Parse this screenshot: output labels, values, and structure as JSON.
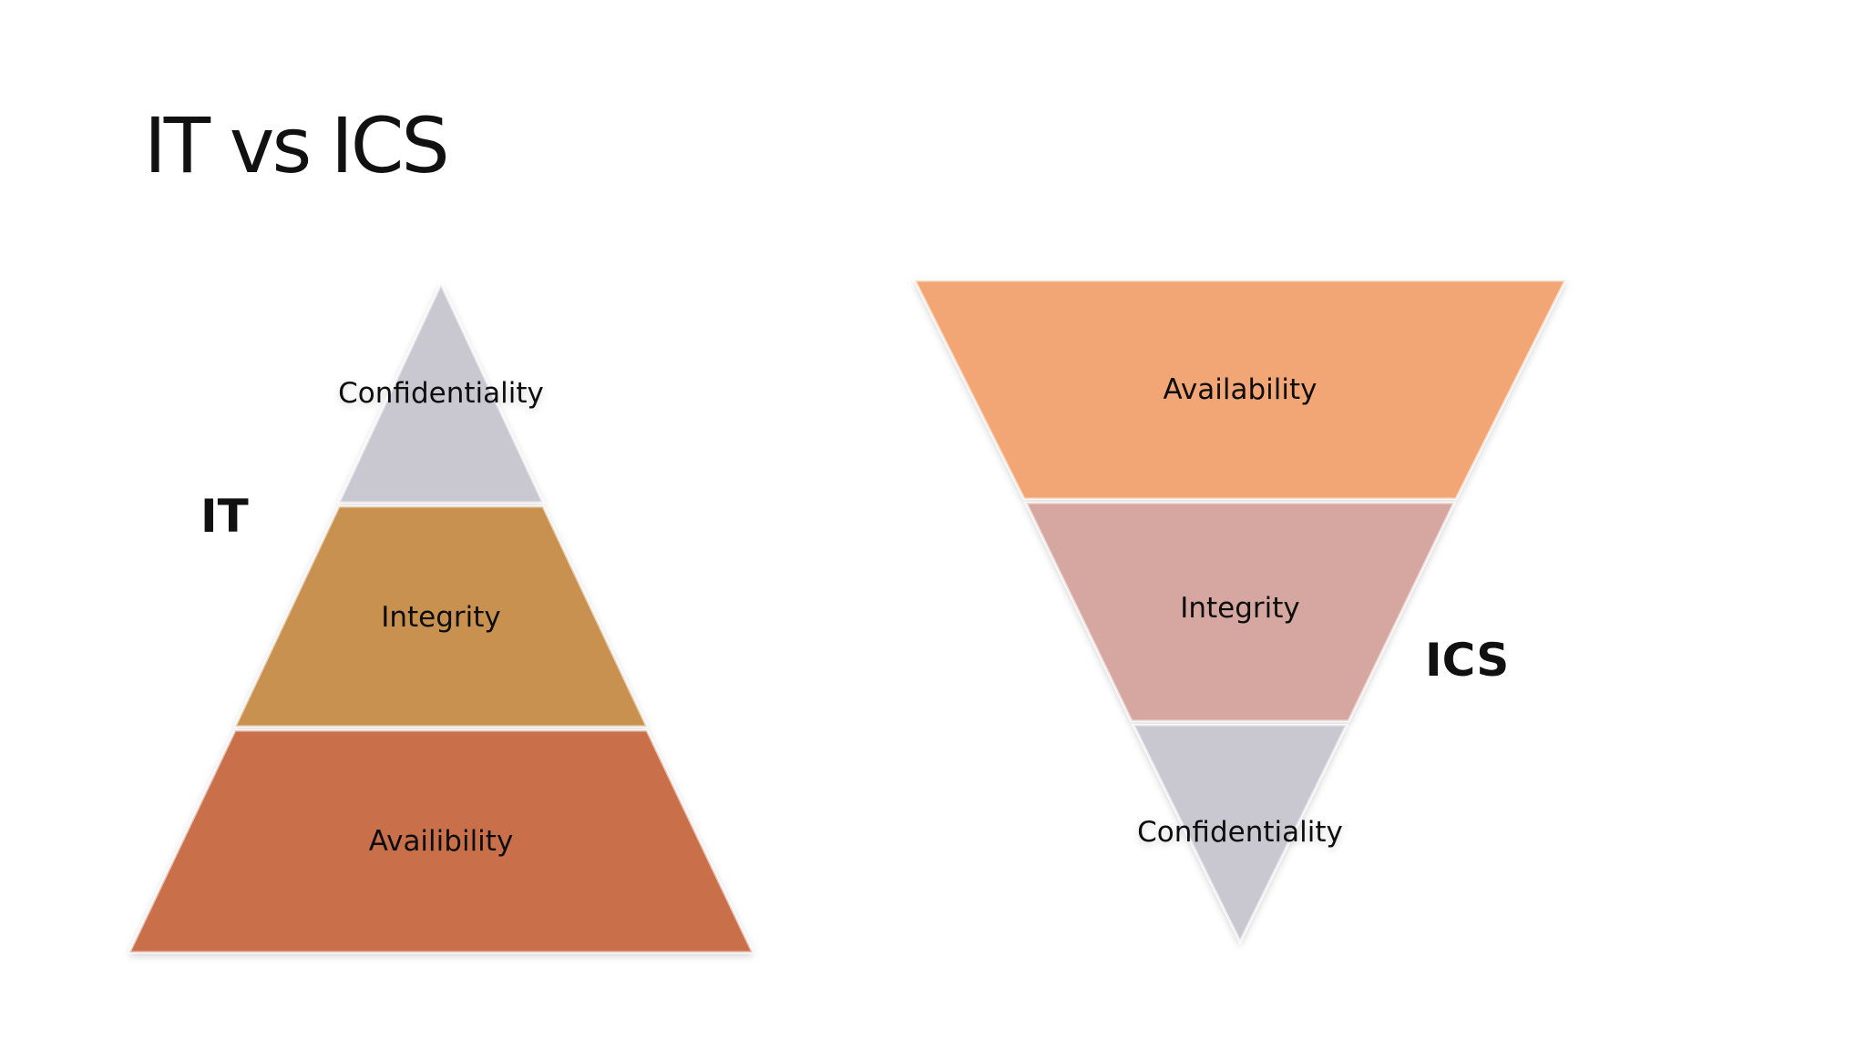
{
  "slide": {
    "title": "IT vs ICS"
  },
  "it_pyramid": {
    "label": "IT",
    "segments": [
      {
        "label": "Confidentiality",
        "color": "#c9c8d1"
      },
      {
        "label": "Integrity",
        "color": "#c99150"
      },
      {
        "label": "Availibility",
        "color": "#c96f4c"
      }
    ]
  },
  "ics_pyramid": {
    "label": "ICS",
    "segments": [
      {
        "label": "Availability",
        "color": "#f3a674"
      },
      {
        "label": "Integrity",
        "color": "#d5a7a0"
      },
      {
        "label": "Confidentiality",
        "color": "#c9c8d1"
      }
    ]
  }
}
